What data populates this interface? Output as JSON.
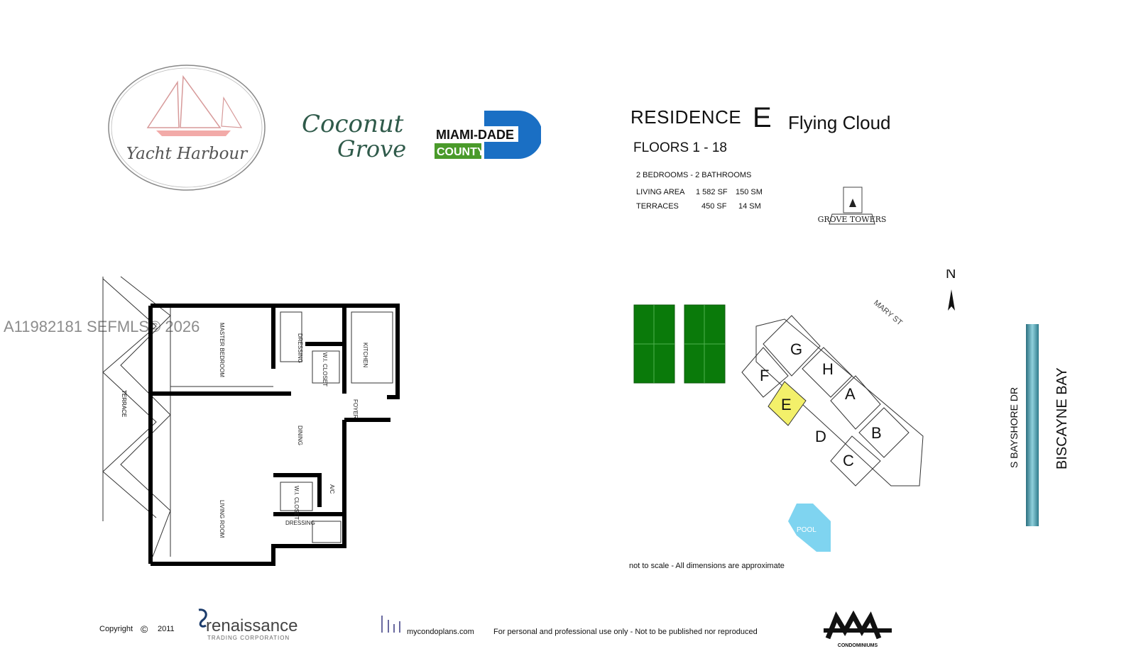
{
  "brand": {
    "yacht_harbour": "Yacht Harbour",
    "coconut_line1": "Coconut",
    "coconut_line2": "Grove",
    "miami_dade": "MIAMI-DADE",
    "county": "COUNTY",
    "grove_towers": "GROVE TOWERS"
  },
  "residence": {
    "title": "RESIDENCE",
    "letter": "E",
    "name": "Flying Cloud",
    "floors": "FLOORS 1 - 18",
    "bed_bath": "2 BEDROOMS - 2 BATHROOMS",
    "living_label": "LIVING AREA",
    "living_sf": "1 582 SF",
    "living_sm": "150 SM",
    "terraces_label": "TERRACES",
    "terraces_sf": "450 SF",
    "terraces_sm": "14 SM"
  },
  "floorplan": {
    "rooms": {
      "master_bedroom": "MASTER BEDROOM",
      "dressing_1": "DRESSING",
      "walk_in_closet_1": "W.I. CLOSET",
      "kitchen": "KITCHEN",
      "foyer": "FOYER",
      "dining": "DINING",
      "living_room": "LIVING ROOM",
      "terrace": "TERRACE",
      "walk_in_closet_2": "W.I. CLOSET",
      "dressing_2": "DRESSING",
      "ac": "A/C"
    }
  },
  "site": {
    "north": "N",
    "mary_st": "MARY ST",
    "units": [
      "G",
      "H",
      "A",
      "F",
      "E",
      "D",
      "B",
      "C"
    ],
    "pool": "POOL",
    "street": "S BAYSHORE DR",
    "bay": "BISCAYNE BAY",
    "highlight_color": "#f3f06a",
    "court_color": "#0a7a0a"
  },
  "watermark": "A11982181 SEFMLS© 2026",
  "note": "not to scale - All dimensions are approximate",
  "footer": {
    "copyright": "Copyright",
    "symbol": "©",
    "year": "2011",
    "renaissance": "renaissance",
    "renaissance_sub": "TRADING CORPORATION",
    "mycondoplans": "mycondoplans.com",
    "disclaimer": "For personal and professional use only - Not to be published nor reproduced",
    "infinity": "CONDOMINIUMS"
  }
}
